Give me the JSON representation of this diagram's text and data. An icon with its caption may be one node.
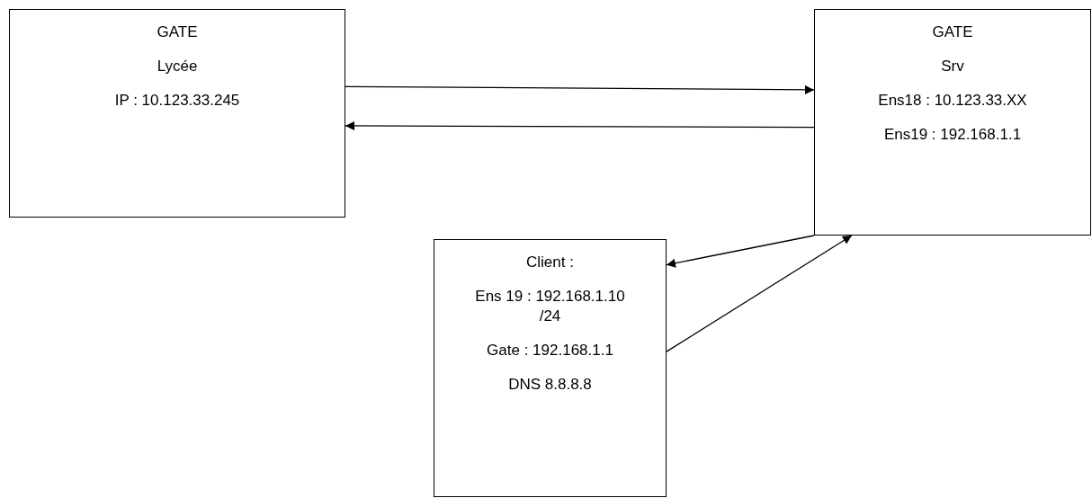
{
  "diagram": {
    "nodes": [
      {
        "text": [
          "GATE",
          "Lycée",
          "IP : 10.123.33.245"
        ]
      },
      {
        "text": [
          "GATE",
          "Srv",
          "Ens18 : 10.123.33.XX",
          "Ens19 : 192.168.1.1"
        ]
      },
      {
        "text": [
          "Client :",
          "Ens 19 : 192.168.1.10 /24",
          "Gate : 192.168.1.1",
          "DNS 8.8.8.8"
        ]
      }
    ],
    "edges": [
      {
        "from": 0,
        "to": 1,
        "arrow": "to"
      },
      {
        "from": 1,
        "to": 0,
        "arrow": "to"
      },
      {
        "from": 1,
        "to": 2,
        "arrow": "to"
      },
      {
        "from": 2,
        "to": 1,
        "arrow": "to"
      }
    ]
  }
}
